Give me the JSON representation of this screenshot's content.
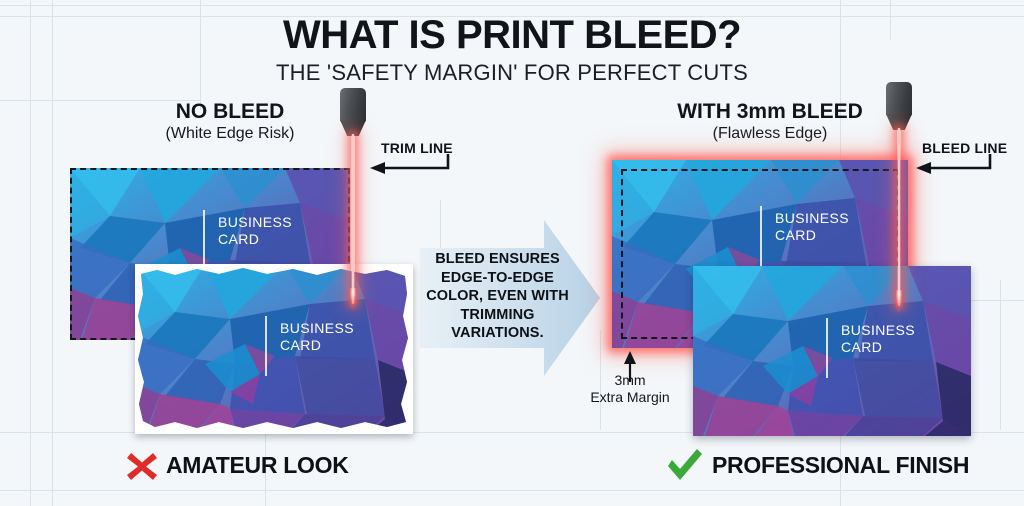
{
  "header": {
    "title": "WHAT IS PRINT BLEED?",
    "subtitle": "THE 'SAFETY MARGIN' FOR PERFECT CUTS"
  },
  "colors": {
    "background": "#f3f7fa",
    "grid": "#d6dfe6",
    "laser": "#ff5e55",
    "bleed_glow": "#ff5e55",
    "trim_line": "#15171b",
    "blade": "#3a3e42",
    "cross_red": "#e02b2b",
    "check_green": "#3aa93a",
    "arrow_fill": "#c3d9e8",
    "title_text": "#111418"
  },
  "left_panel": {
    "title": "NO BLEED",
    "subtitle": "(White Edge Risk)",
    "callout": "TRIM LINE",
    "back_card_label_line1": "BUSINESS",
    "back_card_label_line2": "CARD",
    "front_card_label_line1": "BUSINESS",
    "front_card_label_line2": "CARD",
    "verdict": "AMATEUR LOOK",
    "verdict_icon": "cross-icon"
  },
  "right_panel": {
    "title": "WITH 3mm BLEED",
    "subtitle": "(Flawless Edge)",
    "callout": "BLEED LINE",
    "back_card_label_line1": "BUSINESS",
    "back_card_label_line2": "CARD",
    "front_card_label_line1": "BUSINESS",
    "front_card_label_line2": "CARD",
    "margin_note_line1": "3mm",
    "margin_note_line2": "Extra Margin",
    "verdict": "PROFESSIONAL FINISH",
    "verdict_icon": "check-icon"
  },
  "center": {
    "text_line1": "BLEED ENSURES",
    "text_line2": "EDGE-TO-EDGE",
    "text_line3": "COLOR, EVEN WITH",
    "text_line4": "TRIMMING",
    "text_line5": "VARIATIONS."
  }
}
